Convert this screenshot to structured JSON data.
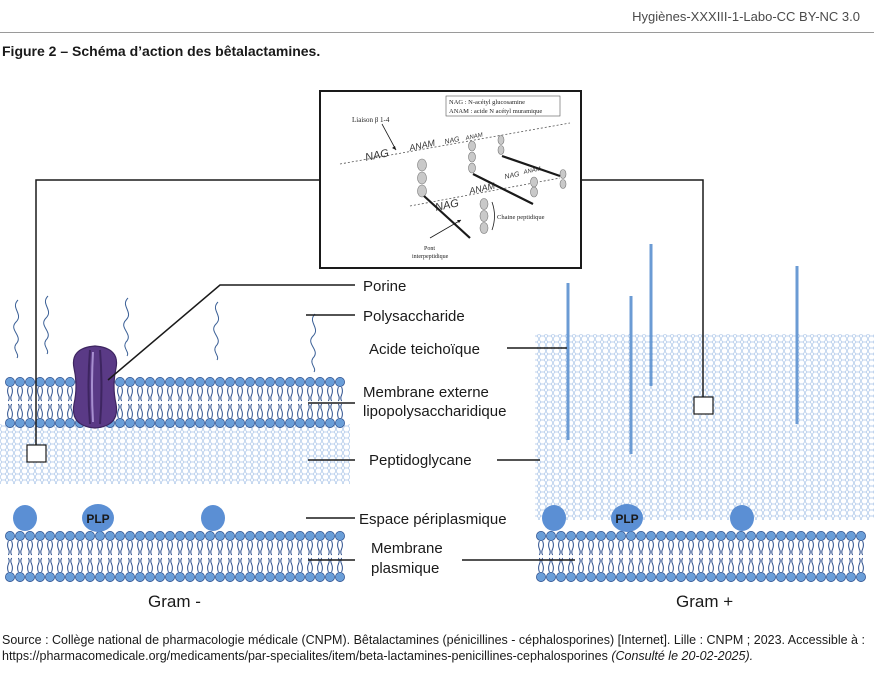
{
  "header": {
    "text": "Hygiènes-XXXIII-1-Labo-CC BY-NC 3.0"
  },
  "figure": {
    "title": "Figure 2 – Schéma d’action des bêtalactamines."
  },
  "inset": {
    "legend_line1": "NAG : N-acétyl glucosamine",
    "legend_line2": "ANAM : acide N acétyl muramique",
    "liaison": "Liaison β 1-4",
    "nag": "NAG",
    "anam": "ANAM",
    "chaine": "Chaine peptidique",
    "pont_line1": "Pont",
    "pont_line2": "interpeptidique"
  },
  "labels": {
    "porine": "Porine",
    "polysaccharide": "Polysaccharide",
    "acide_teichoique": "Acide teichoïque",
    "membrane_externe_line1": "Membrane externe",
    "membrane_externe_line2": "lipopolysaccharidique",
    "peptidoglycane": "Peptidoglycane",
    "espace_periplasmique": "Espace périplasmique",
    "membrane_plasmique_line1": "Membrane",
    "membrane_plasmique_line2": "plasmique",
    "plp": "PLP"
  },
  "gram": {
    "negative": "Gram -",
    "positive": "Gram +"
  },
  "source": {
    "text": "Source : Collège national de pharmacologie médicale (CNPM). Bêtalactamines (pénicillines - céphalosporines) [Internet]. Lille : CNPM ; 2023. Accessible à : https://pharmacomedicale.org/medicaments/par-specialites/item/beta-lactamines-penicillines-cephalosporines",
    "consulted": "(Consulté le 20-02-2025)."
  },
  "colors": {
    "phospholipid_head": "#6a9ed8",
    "phospholipid_tail": "#2a4d8c",
    "plp": "#5b8fd4",
    "porin": "#5a3a86",
    "teichoic": "#6b9bd4",
    "mesh": "#a8c4e8"
  }
}
